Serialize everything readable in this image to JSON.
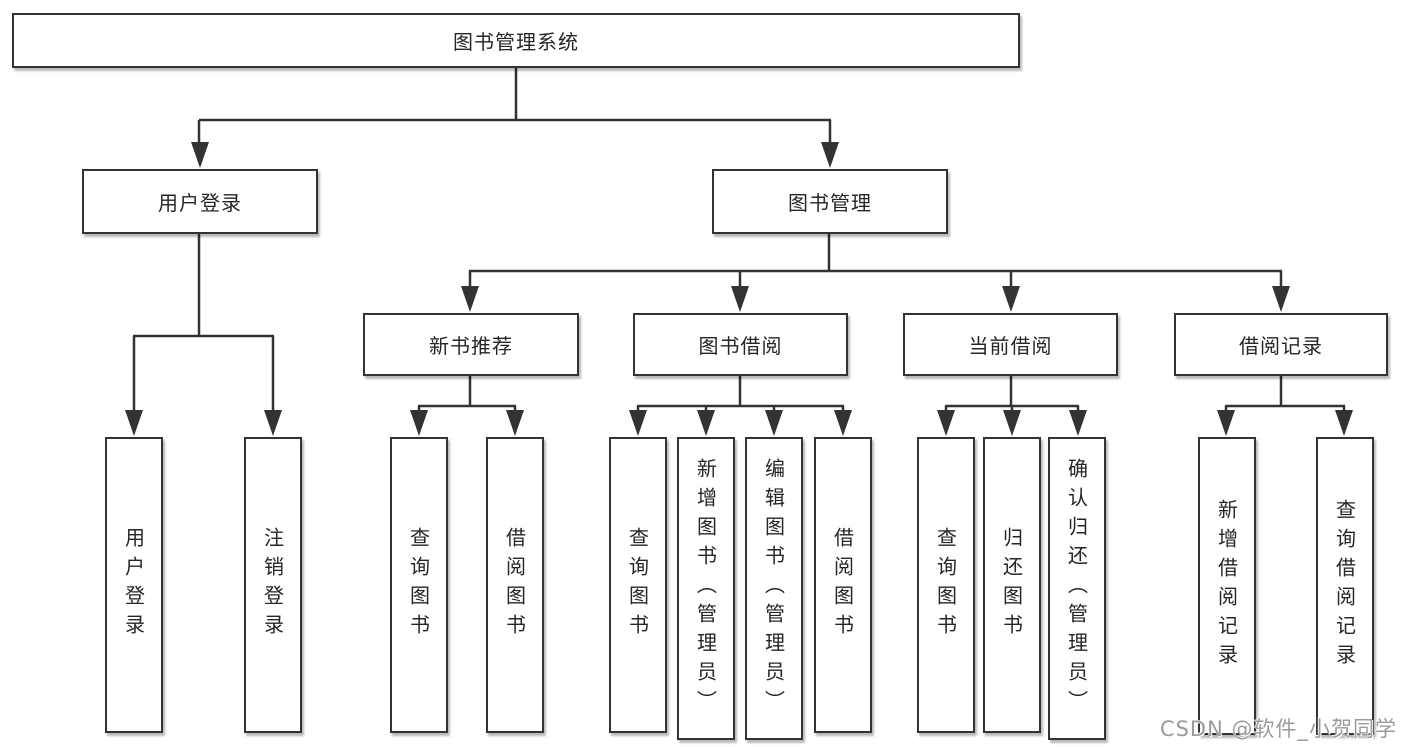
{
  "diagram": {
    "title": "图书管理系统",
    "level2": {
      "user_login": "用户登录",
      "book_mgmt": "图书管理"
    },
    "level3": {
      "new_book_rec": "新书推荐",
      "book_borrow": "图书借阅",
      "current_borrow": "当前借阅",
      "borrow_records": "借阅记录"
    },
    "leaves": {
      "user_login": [
        "用户登录",
        "注销登录"
      ],
      "new_book_rec": [
        "查询图书",
        "借阅图书"
      ],
      "book_borrow": [
        "查询图书",
        "新增图书（管理员）",
        "编辑图书（管理员）",
        "借阅图书"
      ],
      "current_borrow": [
        "查询图书",
        "归还图书",
        "确认归还（管理员）"
      ],
      "borrow_records": [
        "新增借阅记录",
        "查询借阅记录"
      ]
    },
    "watermark": "CSDN @软件_小贺同学",
    "colors": {
      "line": "#333333",
      "box_border": "#333333",
      "text": "#262626",
      "background": "#ffffff",
      "watermark": "#9b9b9b"
    }
  }
}
